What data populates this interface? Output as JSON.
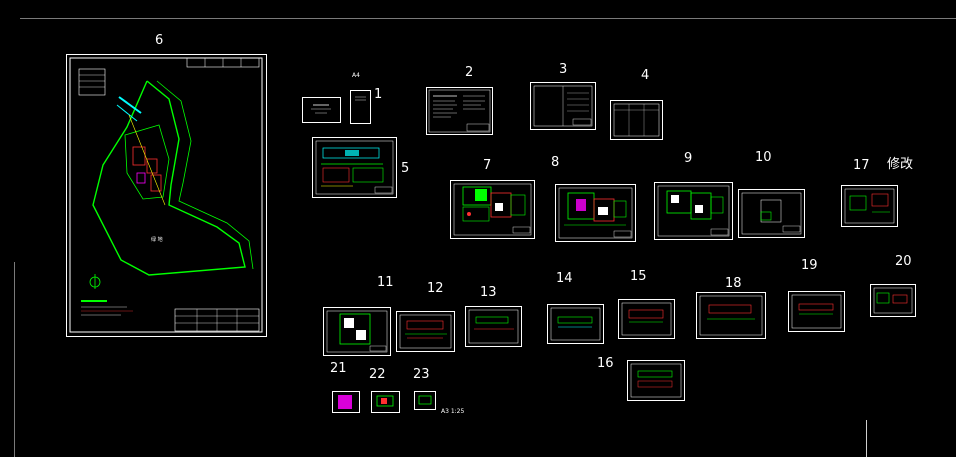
{
  "sheets": [
    {
      "id": "s1",
      "label": "1"
    },
    {
      "id": "s2",
      "label": "2"
    },
    {
      "id": "s3",
      "label": "3"
    },
    {
      "id": "s4",
      "label": "4"
    },
    {
      "id": "s5",
      "label": "5"
    },
    {
      "id": "s6",
      "label": "6"
    },
    {
      "id": "s7",
      "label": "7"
    },
    {
      "id": "s8",
      "label": "8"
    },
    {
      "id": "s9",
      "label": "9"
    },
    {
      "id": "s10",
      "label": "10"
    },
    {
      "id": "s11",
      "label": "11"
    },
    {
      "id": "s12",
      "label": "12"
    },
    {
      "id": "s13",
      "label": "13"
    },
    {
      "id": "s14",
      "label": "14"
    },
    {
      "id": "s15",
      "label": "15"
    },
    {
      "id": "s16",
      "label": "16"
    },
    {
      "id": "s17",
      "label": "17"
    },
    {
      "id": "s18",
      "label": "18"
    },
    {
      "id": "s19",
      "label": "19"
    },
    {
      "id": "s20",
      "label": "20"
    },
    {
      "id": "s21",
      "label": "21"
    },
    {
      "id": "s22",
      "label": "22"
    },
    {
      "id": "s23",
      "label": "23"
    }
  ],
  "annotations": {
    "revision": "修改",
    "a4_tag": "A4",
    "a3_tag": "A3 1:25"
  },
  "colors": {
    "background": "#000000",
    "frame": "#ffffff",
    "green": "#00ff00",
    "red": "#ff3030",
    "cyan": "#00ffff",
    "yellow": "#ffff00",
    "magenta": "#ff00ff"
  }
}
